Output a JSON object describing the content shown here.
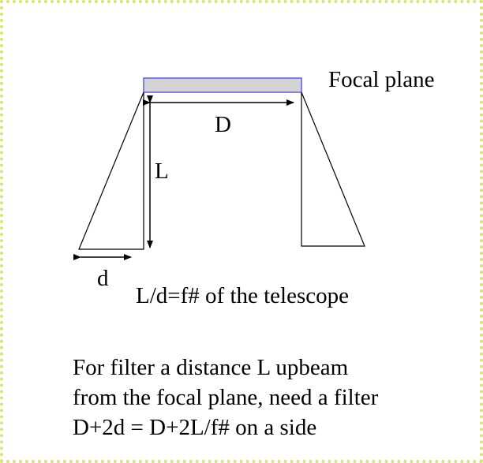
{
  "diagram": {
    "labels": {
      "focal_plane": "Focal plane",
      "D": "D",
      "L": "L",
      "d": "d",
      "ratio": "L/d=f# of the telescope"
    },
    "note_lines": [
      "For filter a distance L upbeam",
      "from the focal plane, need a filter",
      "D+2d = D+2L/f# on a side"
    ],
    "colors": {
      "focal_plane_fill": "#d4d4d4",
      "focal_plane_stroke": "#5b5bf0",
      "frame_border": "#d8e27a",
      "lines": "#000000"
    }
  }
}
